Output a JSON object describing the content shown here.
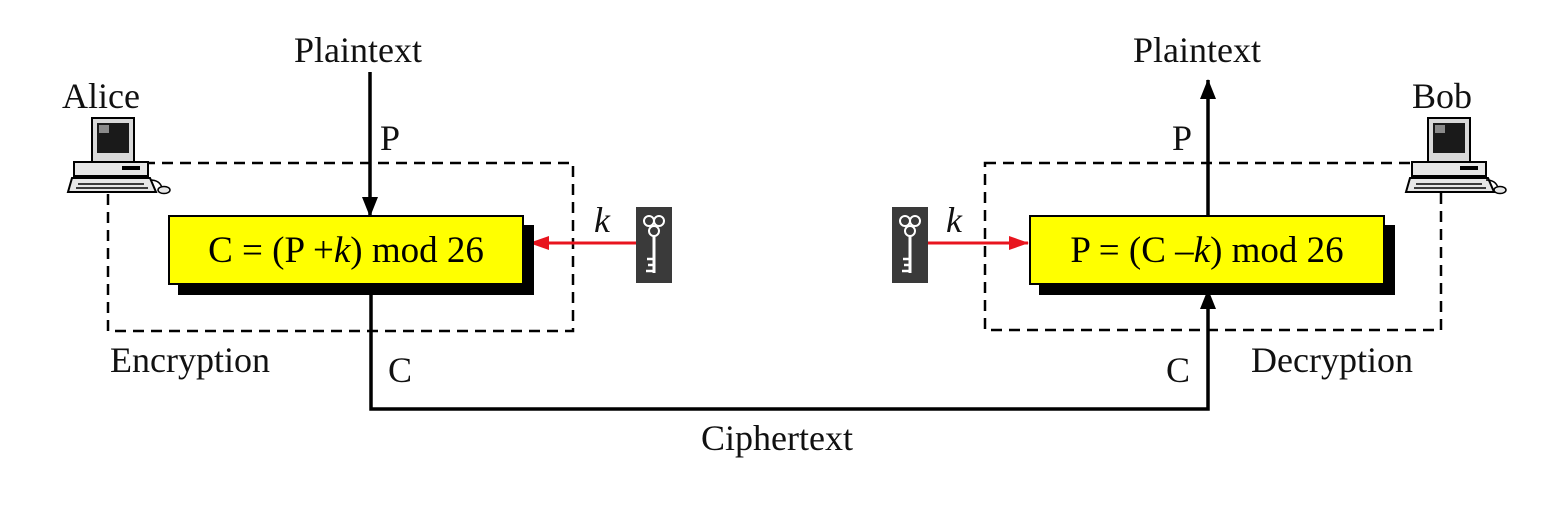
{
  "sender": {
    "name": "Alice",
    "input_label": "Plaintext",
    "input_symbol": "P",
    "process_label": "Encryption",
    "formula": {
      "prefix": "C = (P + ",
      "key": "k",
      "suffix": ") mod 26"
    },
    "key_label": "k",
    "output_symbol": "C"
  },
  "receiver": {
    "name": "Bob",
    "output_label": "Plaintext",
    "output_symbol": "P",
    "process_label": "Decryption",
    "formula": {
      "prefix": "P = (C – ",
      "key": "k",
      "suffix": ") mod 26"
    },
    "key_label": "k",
    "input_symbol": "C"
  },
  "channel_label": "Ciphertext",
  "icons": [
    "computer-icon",
    "key-icon"
  ],
  "colors": {
    "formula_box": "#ffff00",
    "key_arrow": "#e8141e",
    "line": "#000000",
    "key_icon_bg": "#3a3a3a"
  }
}
